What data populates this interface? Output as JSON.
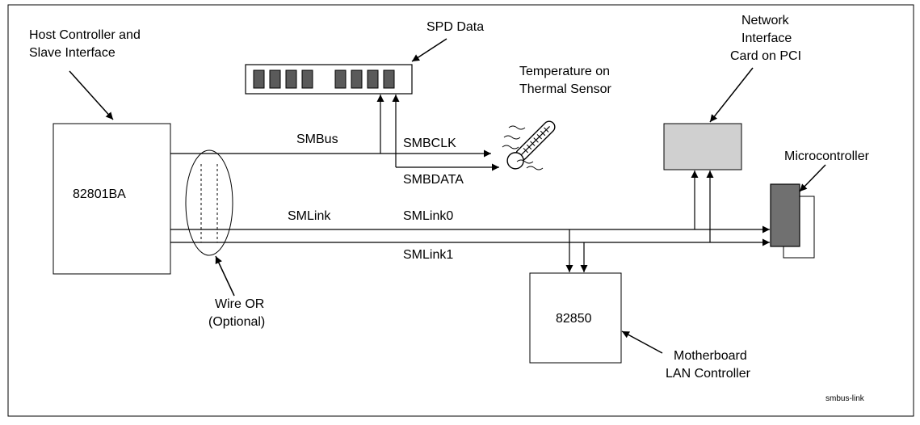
{
  "labels": {
    "host_controller_line1": "Host Controller and",
    "host_controller_line2": "Slave Interface",
    "spd_data": "SPD Data",
    "temp_line1": "Temperature on",
    "temp_line2": "Thermal Sensor",
    "nic_line1": "Network",
    "nic_line2": "Interface",
    "nic_line3": "Card on PCI",
    "microcontroller": "Microcontroller",
    "chip_82801ba": "82801BA",
    "smbus": "SMBus",
    "smbclk": "SMBCLK",
    "smbdata": "SMBDATA",
    "smlink": "SMLink",
    "smlink0": "SMLink0",
    "smlink1": "SMLink1",
    "wire_or_line1": "Wire OR",
    "wire_or_line2": "(Optional)",
    "chip_82850": "82850",
    "lan_line1": "Motherboard",
    "lan_line2": "LAN Controller",
    "figure_id": "smbus-link"
  },
  "colors": {
    "line": "#000000",
    "nic_fill": "#d0d0d0",
    "micro_chip_fill": "#707070",
    "dimm_chip_fill": "#5a5a5a"
  },
  "icons": [
    "thermometer-icon",
    "dimm-module-icon"
  ]
}
